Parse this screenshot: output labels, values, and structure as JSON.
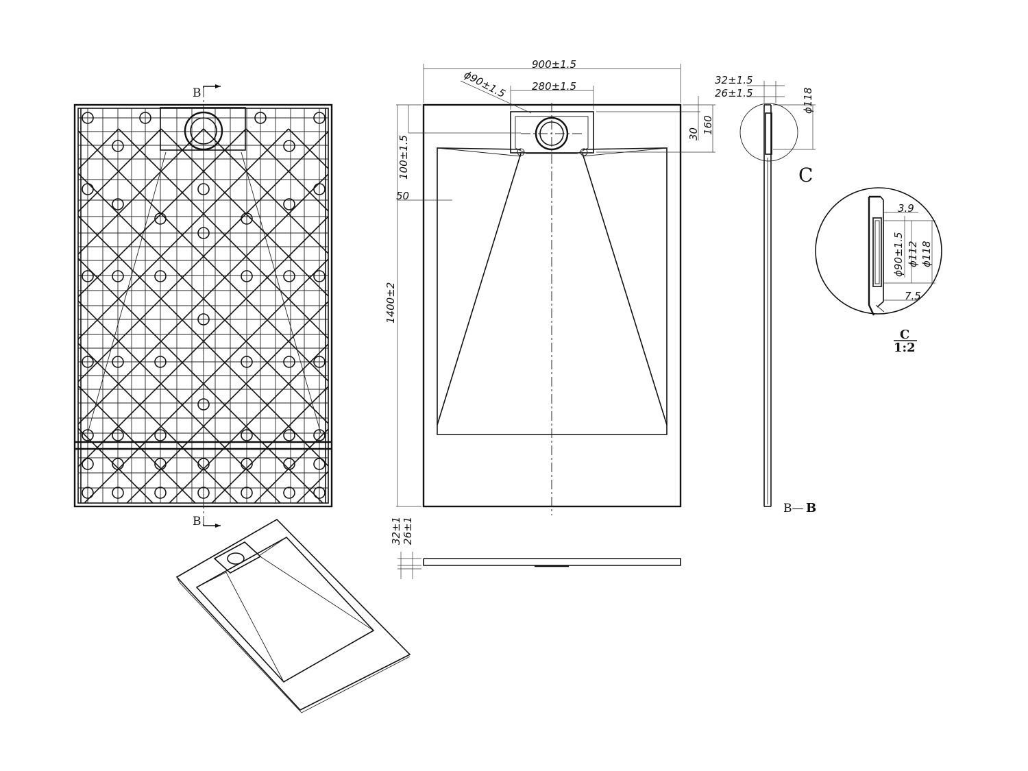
{
  "labels": {
    "section_b_top": "B",
    "section_b_bottom": "B",
    "section_bb_left": "B—",
    "section_bb_right": "B",
    "detail_c": "C",
    "detail_c_caption": "C",
    "detail_scale": "1:2"
  },
  "dimensions": {
    "width": "900±1.5",
    "drain_diameter": "ϕ90±1.5",
    "drain_width": "280±1.5",
    "length": "1400±2",
    "offset_100": "100±1.5",
    "margin_50": "50",
    "thickness_32": "32±1.5",
    "thickness_26": "26±1.5",
    "depth_30": "30",
    "depth_160": "160",
    "diameter_118": "ϕ118",
    "profile_32": "32±1",
    "profile_26": "26±1",
    "detail_3_9": "3.9",
    "detail_90": "ϕ90±1.5",
    "detail_112": "ϕ112",
    "detail_118": "ϕ118",
    "detail_7_5": "7.5"
  },
  "colors": {
    "line": "#111111",
    "background": "#ffffff"
  }
}
